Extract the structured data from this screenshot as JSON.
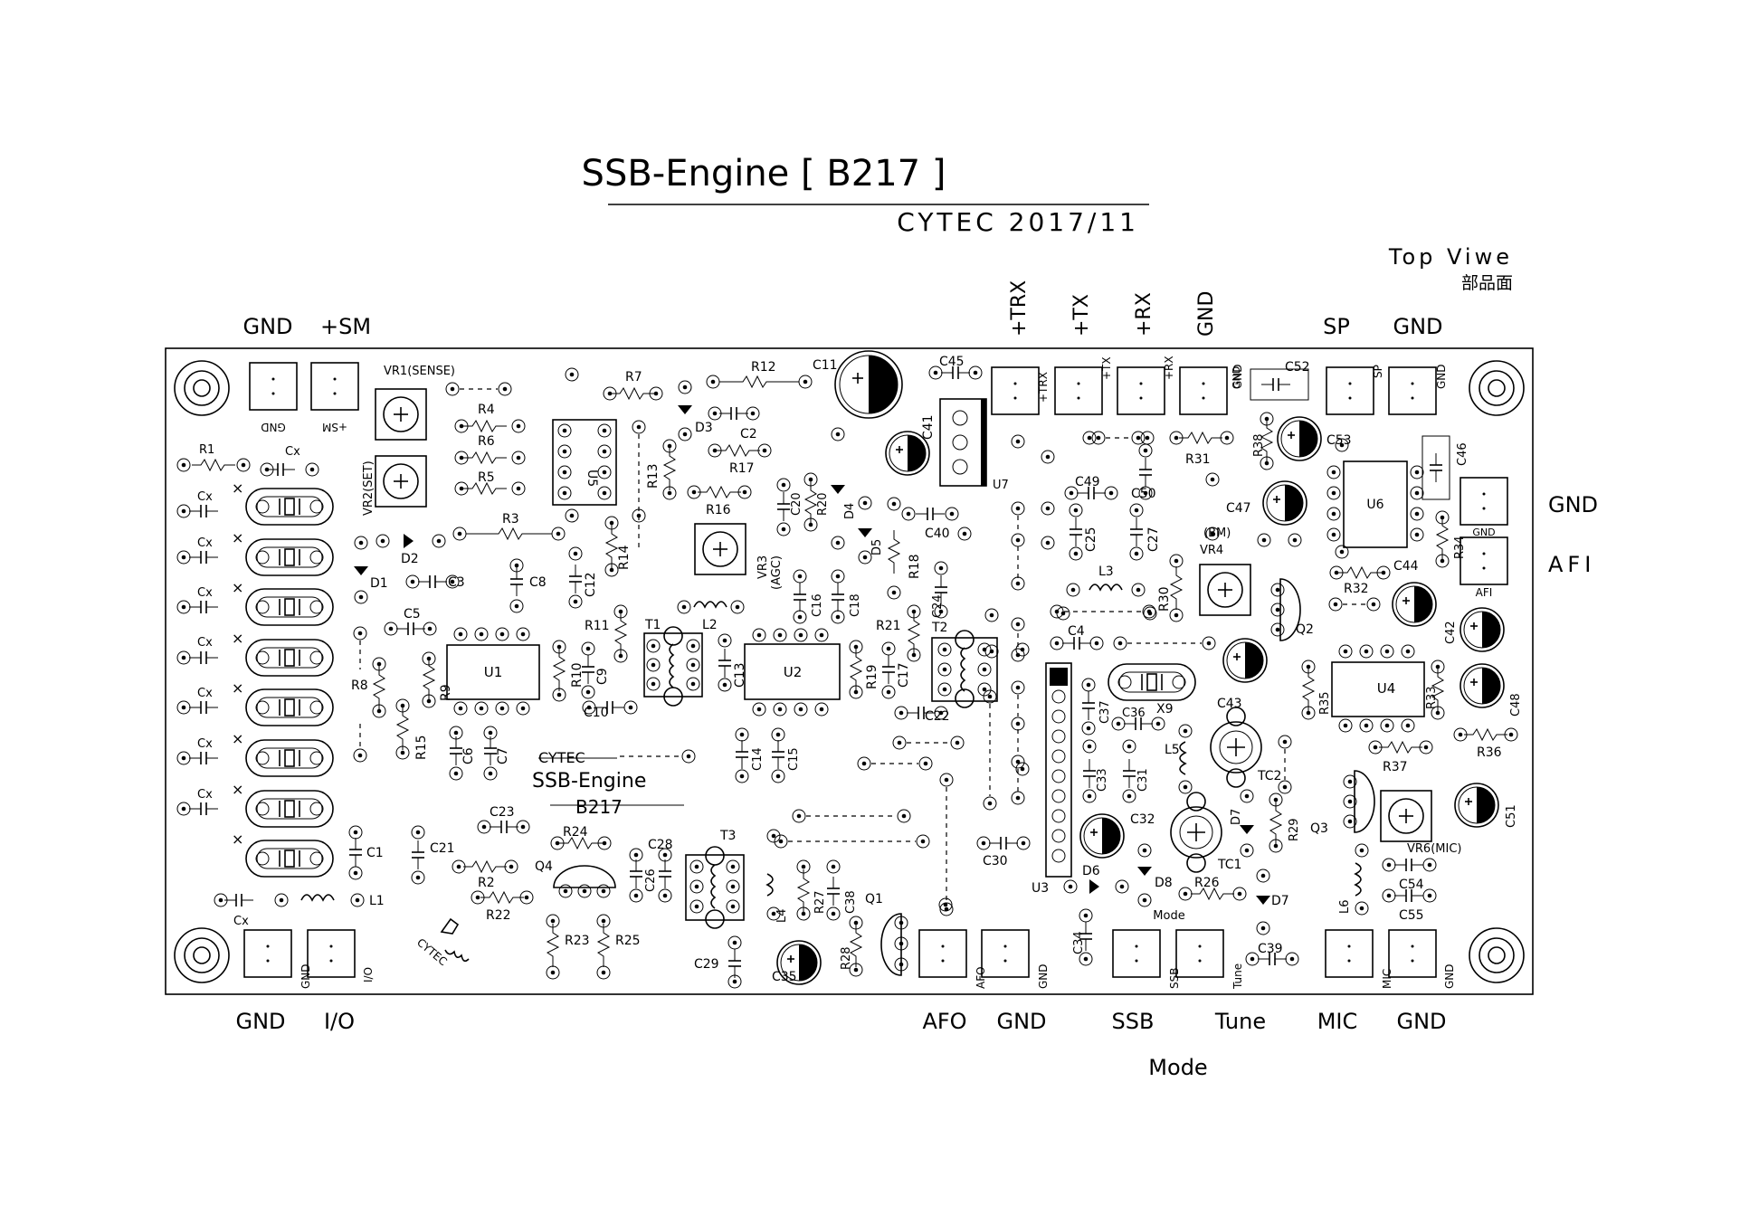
{
  "title": "SSB-Engine [ B217 ]",
  "subtitle": "CYTEC   2017/11",
  "view_label": "Top Viwe",
  "view_label_jp": "部品面",
  "silk_logo": "CYTEC",
  "silk_board_name": "SSB-Engine",
  "silk_board_code": "B217",
  "terminals_top": [
    {
      "id": "gnd",
      "label": "GND",
      "silk": "GND"
    },
    {
      "id": "sm",
      "label": "+SM",
      "silk": "+SM"
    },
    {
      "id": "trx",
      "label": "+TRX",
      "silk": "+TRX"
    },
    {
      "id": "tx",
      "label": "+TX",
      "silk": "+TX"
    },
    {
      "id": "rx",
      "label": "+RX",
      "silk": "+RX"
    },
    {
      "id": "gnd2",
      "label": "GND",
      "silk": "GND"
    },
    {
      "id": "sp",
      "label": "SP",
      "silk": "SP"
    },
    {
      "id": "gnd3",
      "label": "GND",
      "silk": "GND"
    }
  ],
  "terminals_right": [
    {
      "id": "gnd4",
      "label": "GND",
      "silk": "GND"
    },
    {
      "id": "afi",
      "label": "AFI",
      "silk": "AFI"
    }
  ],
  "terminals_bottom": [
    {
      "id": "gnd5",
      "label": "GND",
      "silk": "GND"
    },
    {
      "id": "io",
      "label": "I/O",
      "silk": "I/O"
    },
    {
      "id": "afo",
      "label": "AFO",
      "silk": "AFO"
    },
    {
      "id": "gnd6",
      "label": "GND",
      "silk": "GND"
    },
    {
      "id": "ssb",
      "label": "SSB",
      "silk": "SSB"
    },
    {
      "id": "tune",
      "label": "Tune",
      "silk": "Tune"
    },
    {
      "id": "mic",
      "label": "MIC",
      "silk": "MIC"
    },
    {
      "id": "gnd7",
      "label": "GND",
      "silk": "GND"
    }
  ],
  "mode_label": "Mode",
  "silk_mode": "Mode",
  "components": {
    "vr1": "VR1(SENSE)",
    "vr2": "VR2(SET)",
    "vr3": "VR3",
    "vr3_sub": "(AGC)",
    "vr4": "VR4",
    "vr4_sub": "(BM)",
    "vr6": "VR6(MIC)",
    "r1": "R1",
    "r2": "R2",
    "r3": "R3",
    "r4": "R4",
    "r5": "R5",
    "r6": "R6",
    "r7": "R7",
    "r8": "R8",
    "r9": "R9",
    "r10": "R10",
    "r11": "R11",
    "r12": "R12",
    "r13": "R13",
    "r14": "R14",
    "r15": "R15",
    "r16": "R16",
    "r17": "R17",
    "r18": "R18",
    "r19": "R19",
    "r20": "R20",
    "r21": "R21",
    "r22": "R22",
    "r23": "R23",
    "r24": "R24",
    "r25": "R25",
    "r26": "R26",
    "r27": "R27",
    "r28": "R28",
    "r29": "R29",
    "r30": "R30",
    "r31": "R31",
    "r32": "R32",
    "r33": "R33",
    "r34": "R34",
    "r35": "R35",
    "r36": "R36",
    "r37": "R37",
    "r38": "R38",
    "c1": "C1",
    "c2": "C2",
    "c3": "C3",
    "c4": "C4",
    "c5": "C5",
    "c6": "C6",
    "c7": "C7",
    "c8": "C8",
    "c9": "C9",
    "c10": "C10",
    "c11": "C11",
    "c12": "C12",
    "c13": "C13",
    "c14": "C14",
    "c15": "C15",
    "c16": "C16",
    "c17": "C17",
    "c18": "C18",
    "c20": "C20",
    "c21": "C21",
    "c22": "C22",
    "c23": "C23",
    "c24": "C24",
    "c25": "C25",
    "c26": "C26",
    "c27": "C27",
    "c28": "C28",
    "c29": "C29",
    "c30": "C30",
    "c31": "C31",
    "c32": "C32",
    "c33": "C33",
    "c34": "C34",
    "c35": "C35",
    "c36": "C36",
    "c37": "C37",
    "c38": "C38",
    "c39": "C39",
    "c40": "C40",
    "c41": "C41",
    "c42": "C42",
    "c43": "C43",
    "c44": "C44",
    "c45": "C45",
    "c46": "C46",
    "c47": "C47",
    "c48": "C48",
    "c49": "C49",
    "c50": "C50",
    "c51": "C51",
    "c52": "C52",
    "c53": "C53",
    "c54": "C54",
    "c55": "C55",
    "cx": "Cx",
    "d1": "D1",
    "d2": "D2",
    "d3": "D3",
    "d4": "D4",
    "d5": "D5",
    "d6": "D6",
    "d7": "D7",
    "d8": "D8",
    "l1": "L1",
    "l2": "L2",
    "l3": "L3",
    "l4": "L4",
    "l5": "L5",
    "l6": "L6",
    "t1": "T1",
    "t2": "T2",
    "t3": "T3",
    "q1": "Q1",
    "q2": "Q2",
    "q3": "Q3",
    "q4": "Q4",
    "u1": "U1",
    "u2": "U2",
    "u3": "U3",
    "u4": "U4",
    "u5": "U5",
    "u6": "U6",
    "u7": "U7",
    "x9": "X9",
    "tc1": "TC1",
    "tc2": "TC2",
    "x_mark": "×"
  }
}
